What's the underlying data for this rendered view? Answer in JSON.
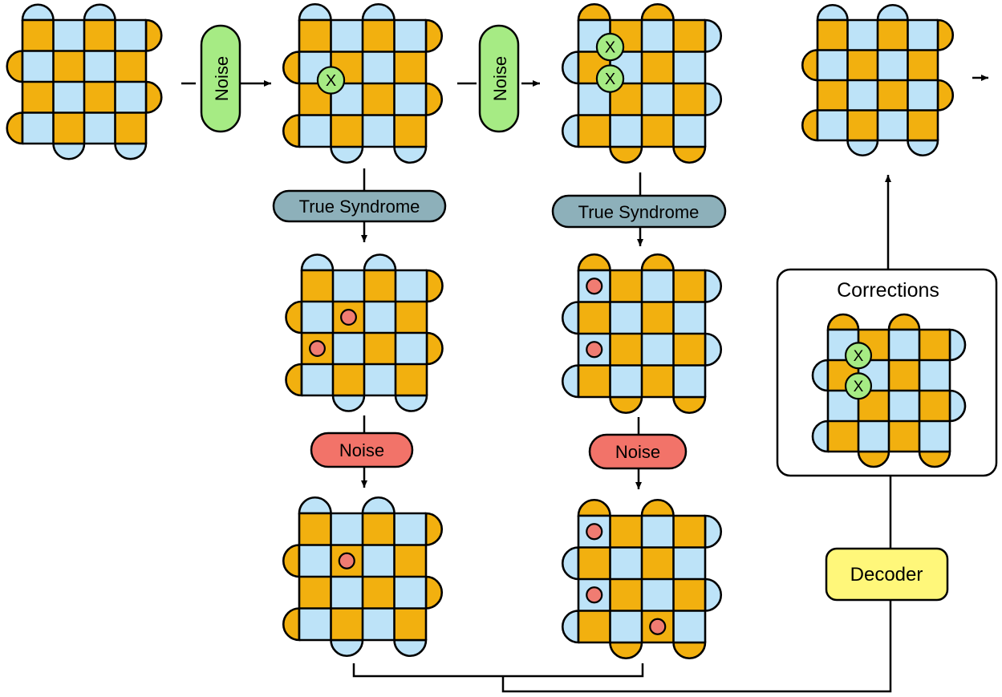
{
  "colors": {
    "orange": "#F2B00F",
    "blue": "#BDE3F8",
    "outline": "#000000",
    "noise_green": "#A6EB84",
    "noise_red": "#F27369",
    "true_syndrome": "#8DB0BA",
    "decoder": "#FFF77A",
    "defect": "#F07C72",
    "error_marker": "#A6EB84"
  },
  "labels": {
    "noise_data": "Noise",
    "true_syndrome": "True Syndrome",
    "noise_measurement": "Noise",
    "corrections": "Corrections",
    "decoder": "Decoder",
    "error_marker": "X"
  }
}
